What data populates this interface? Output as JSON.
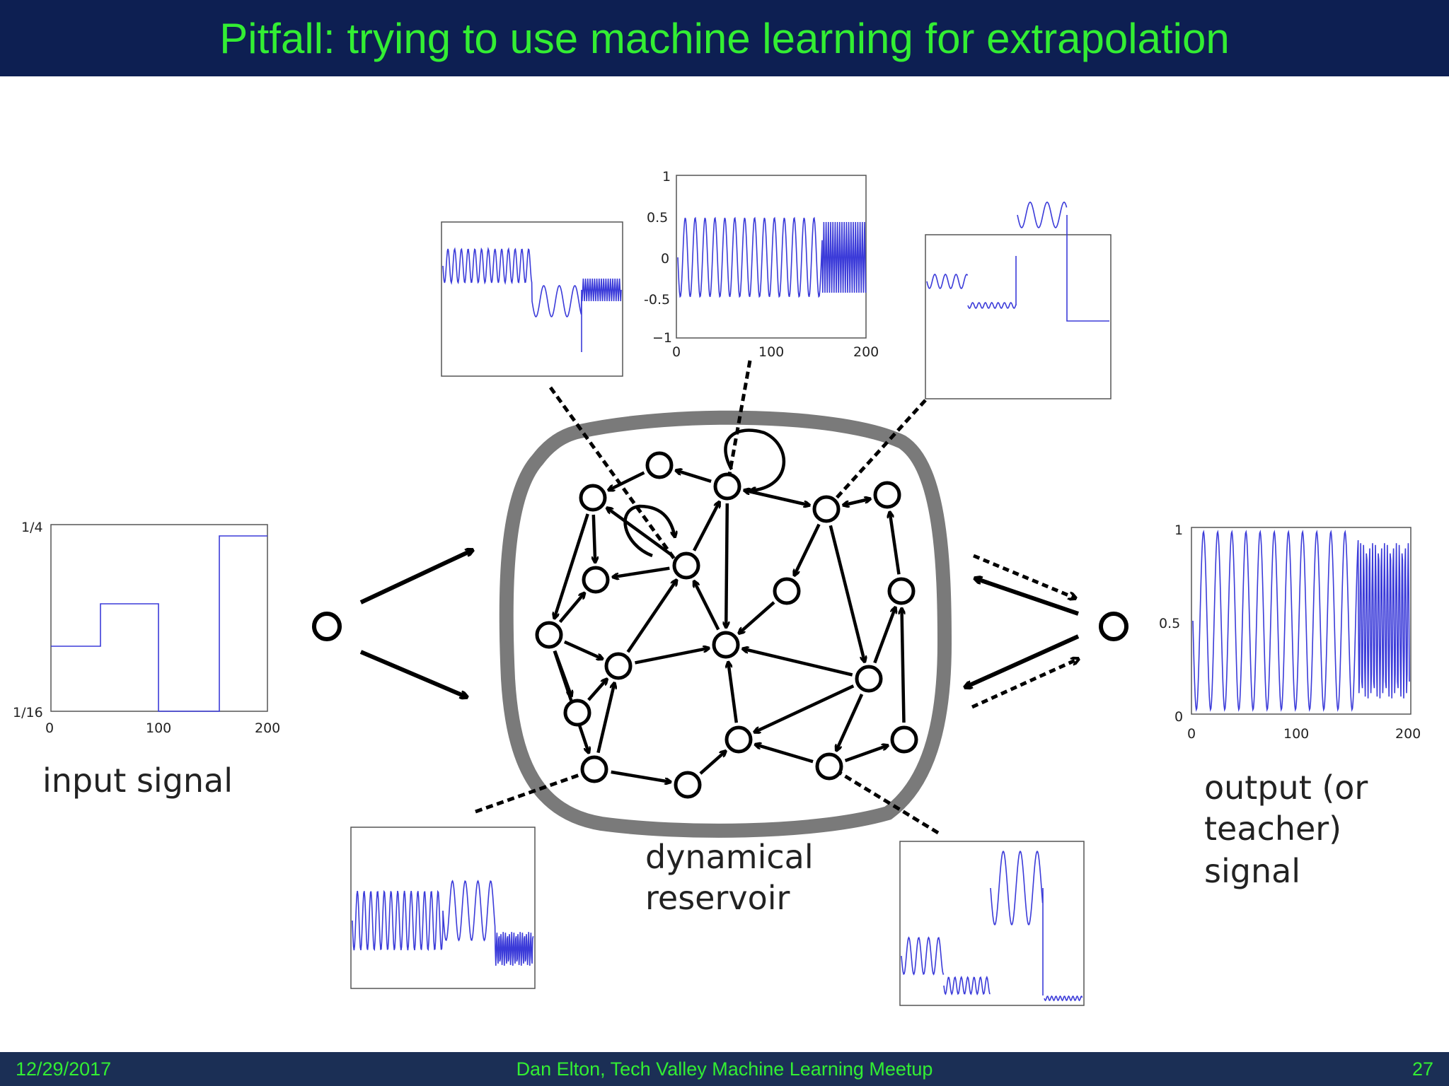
{
  "slide": {
    "title": "Pitfall:  trying to use machine learning for extrapolation",
    "footer_date": "12/29/2017",
    "footer_center": "Dan Elton, Tech Valley Machine Learning Meetup",
    "page_number": "27"
  },
  "colors": {
    "header_bg": "#0d1f52",
    "title_text": "#33ee33",
    "signal_line": "#3b3bd9",
    "reservoir_border": "#7a7a7a"
  },
  "diagram": {
    "input_label": "input signal",
    "reservoir_label_line1": "dynamical",
    "reservoir_label_line2": "reservoir",
    "output_label_line1": "output (or",
    "output_label_line2": "teacher)",
    "output_label_line3": "signal",
    "input_plot": {
      "y_ticks": [
        "1/4",
        "1/16"
      ],
      "x_ticks": [
        "0",
        "100",
        "200"
      ]
    },
    "top_plot": {
      "y_ticks": [
        "1",
        "0.5",
        "0",
        "-0.5",
        "−1"
      ],
      "x_ticks": [
        "0",
        "100",
        "200"
      ]
    },
    "output_plot": {
      "y_ticks": [
        "1",
        "0.5",
        "0"
      ],
      "x_ticks": [
        "0",
        "100",
        "200"
      ]
    }
  }
}
